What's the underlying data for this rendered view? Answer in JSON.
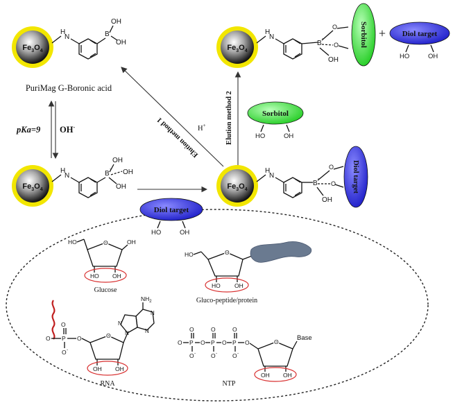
{
  "labels": {
    "product_name": "PuriMag G-Boronic acid",
    "pka": "pKa=9",
    "oh_minus": "OH",
    "oh_minus_sup": "-",
    "h_plus": "H",
    "h_plus_sup": "+",
    "elution_1": "Elution method 1",
    "elution_2": "Elution method 2",
    "plus_sign": "+"
  },
  "particle": {
    "fe": "Fe",
    "sub3": "3",
    "o": "O",
    "sub4": "4"
  },
  "atoms": {
    "H": "H",
    "N": "N",
    "B": "B",
    "O": "O",
    "OH": "OH",
    "HO": "HO",
    "P": "P",
    "NH2": "NH",
    "NH2_sub": "2",
    "N_ring": "N",
    "Base": "Base",
    "O_minus": "O",
    "minus": "-"
  },
  "badges": {
    "sorbitol": "Sorbitol",
    "diol_target": "Diol target"
  },
  "examples": {
    "glucose": "Glucose",
    "glucopeptide": "Gluco-peptide/protein",
    "rna": "RNA",
    "ntp": "NTP"
  },
  "colors": {
    "particle_ring": "#f2e600",
    "sorbitol_green": "#33dd33",
    "diol_blue": "#2f2fd8",
    "highlight_red": "#d83030",
    "rna_wave": "#c02020",
    "protein_blob": "#6a7a90"
  }
}
